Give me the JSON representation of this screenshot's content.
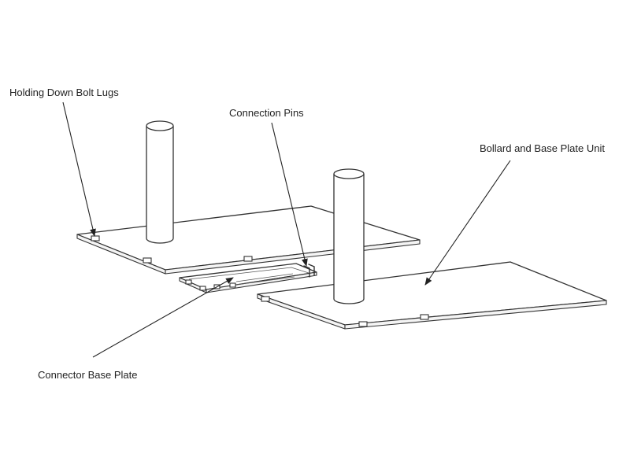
{
  "labels": {
    "holding_down_bolt_lugs": "Holding Down Bolt Lugs",
    "connection_pins": "Connection Pins",
    "bollard_and_base_plate_unit": "Bollard and Base Plate Unit",
    "connector_base_plate": "Connector Base Plate"
  },
  "colors": {
    "line": "#333333",
    "background": "#ffffff",
    "text": "#222222"
  }
}
